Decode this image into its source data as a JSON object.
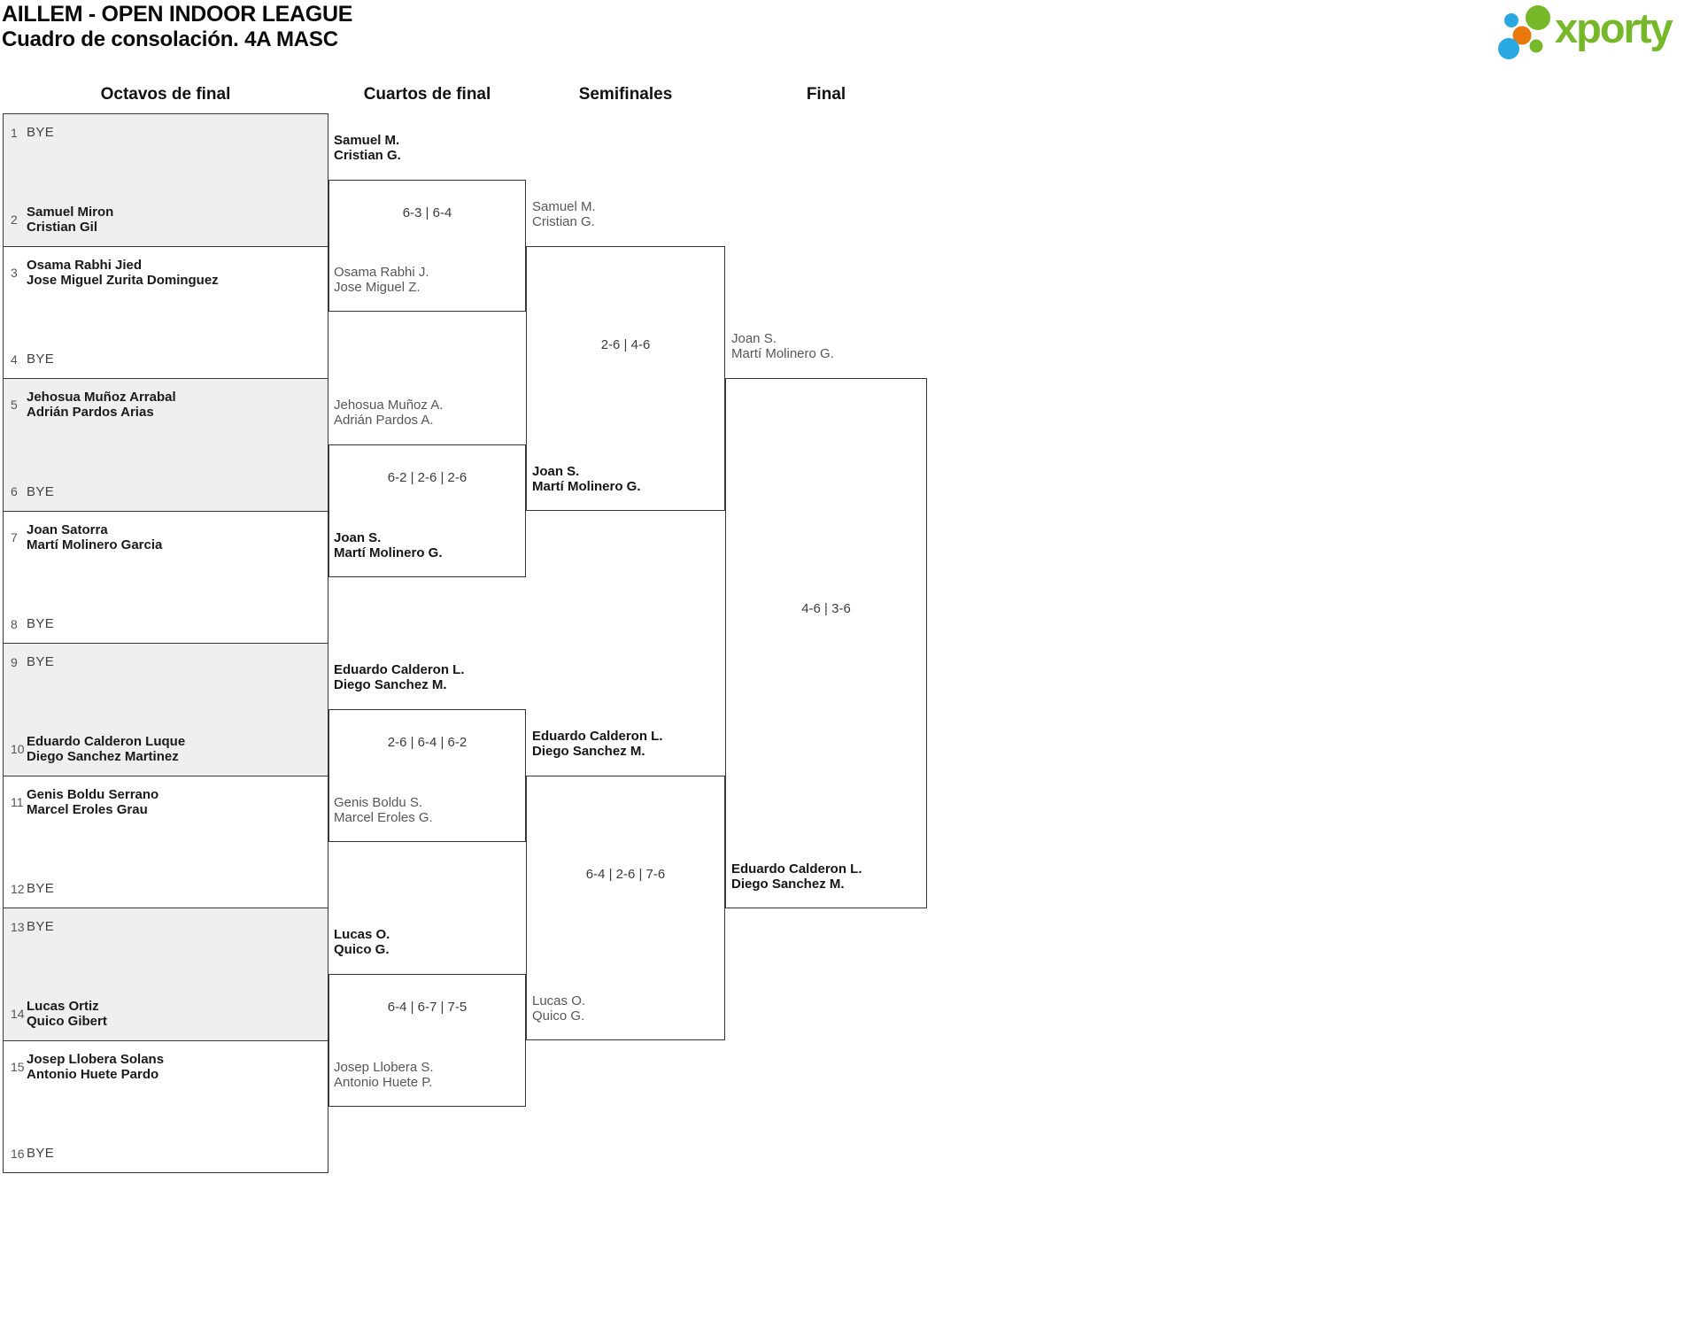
{
  "header": {
    "title": "AILLEM - OPEN INDOOR LEAGUE",
    "subtitle": "Cuadro de consolación. 4A MASC",
    "logo_text": "xporty",
    "logo_colors": {
      "green": "#76b82a",
      "blue": "#2aa9e0",
      "orange": "#e8780d"
    }
  },
  "rounds": [
    "Octavos de final",
    "Cuartos de final",
    "Semifinales",
    "Final"
  ],
  "bye_text": "BYE",
  "r16": {
    "slots": [
      {
        "seed": "1",
        "label": "BYE"
      },
      {
        "seed": "2",
        "p1": "Samuel Miron",
        "p2": "Cristian Gil"
      },
      {
        "seed": "3",
        "p1": "Osama Rabhi Jied",
        "p2": "Jose Miguel Zurita Dominguez"
      },
      {
        "seed": "4",
        "label": "BYE"
      },
      {
        "seed": "5",
        "p1": "Jehosua Muñoz Arrabal",
        "p2": "Adrián Pardos Arias"
      },
      {
        "seed": "6",
        "label": "BYE"
      },
      {
        "seed": "7",
        "p1": "Joan Satorra",
        "p2": "Martí Molinero Garcia"
      },
      {
        "seed": "8",
        "label": "BYE"
      },
      {
        "seed": "9",
        "label": "BYE"
      },
      {
        "seed": "10",
        "p1": "Eduardo Calderon Luque",
        "p2": "Diego Sanchez Martinez"
      },
      {
        "seed": "11",
        "p1": "Genis Boldu Serrano",
        "p2": "Marcel Eroles Grau"
      },
      {
        "seed": "12",
        "label": "BYE"
      },
      {
        "seed": "13",
        "label": "BYE"
      },
      {
        "seed": "14",
        "p1": "Lucas Ortiz",
        "p2": "Quico Gibert"
      },
      {
        "seed": "15",
        "p1": "Josep Llobera Solans",
        "p2": "Antonio Huete Pardo"
      },
      {
        "seed": "16",
        "label": "BYE"
      }
    ]
  },
  "qf": [
    {
      "top": {
        "p1": "Samuel M.",
        "p2": "Cristian G.",
        "winner": true
      },
      "bottom": {
        "p1": "Osama Rabhi J.",
        "p2": "Jose Miguel Z.",
        "winner": false
      },
      "score": "6-3 | 6-4"
    },
    {
      "top": {
        "p1": "Jehosua Muñoz A.",
        "p2": "Adrián Pardos A.",
        "winner": false
      },
      "bottom": {
        "p1": "Joan S.",
        "p2": "Martí Molinero G.",
        "winner": true
      },
      "score": "6-2 | 2-6 | 2-6"
    },
    {
      "top": {
        "p1": "Eduardo Calderon L.",
        "p2": "Diego Sanchez M.",
        "winner": true
      },
      "bottom": {
        "p1": "Genis Boldu S.",
        "p2": "Marcel Eroles G.",
        "winner": false
      },
      "score": "2-6 | 6-4 | 6-2"
    },
    {
      "top": {
        "p1": "Lucas O.",
        "p2": "Quico G.",
        "winner": true
      },
      "bottom": {
        "p1": "Josep Llobera S.",
        "p2": "Antonio Huete P.",
        "winner": false
      },
      "score": "6-4 | 6-7 | 7-5"
    }
  ],
  "sf": [
    {
      "top": {
        "p1": "Samuel M.",
        "p2": "Cristian G.",
        "winner": false
      },
      "bottom": {
        "p1": "Joan S.",
        "p2": "Martí Molinero G.",
        "winner": true
      },
      "score": "2-6 | 4-6"
    },
    {
      "top": {
        "p1": "Eduardo Calderon L.",
        "p2": "Diego Sanchez M.",
        "winner": true
      },
      "bottom": {
        "p1": "Lucas O.",
        "p2": "Quico G.",
        "winner": false
      },
      "score": "6-4 | 2-6 | 7-6"
    }
  ],
  "final": {
    "top": {
      "p1": "Joan S.",
      "p2": "Martí Molinero G.",
      "winner": false
    },
    "bottom": {
      "p1": "Eduardo Calderon L.",
      "p2": "Diego Sanchez M.",
      "winner": true
    },
    "score": "4-6 | 3-6"
  }
}
